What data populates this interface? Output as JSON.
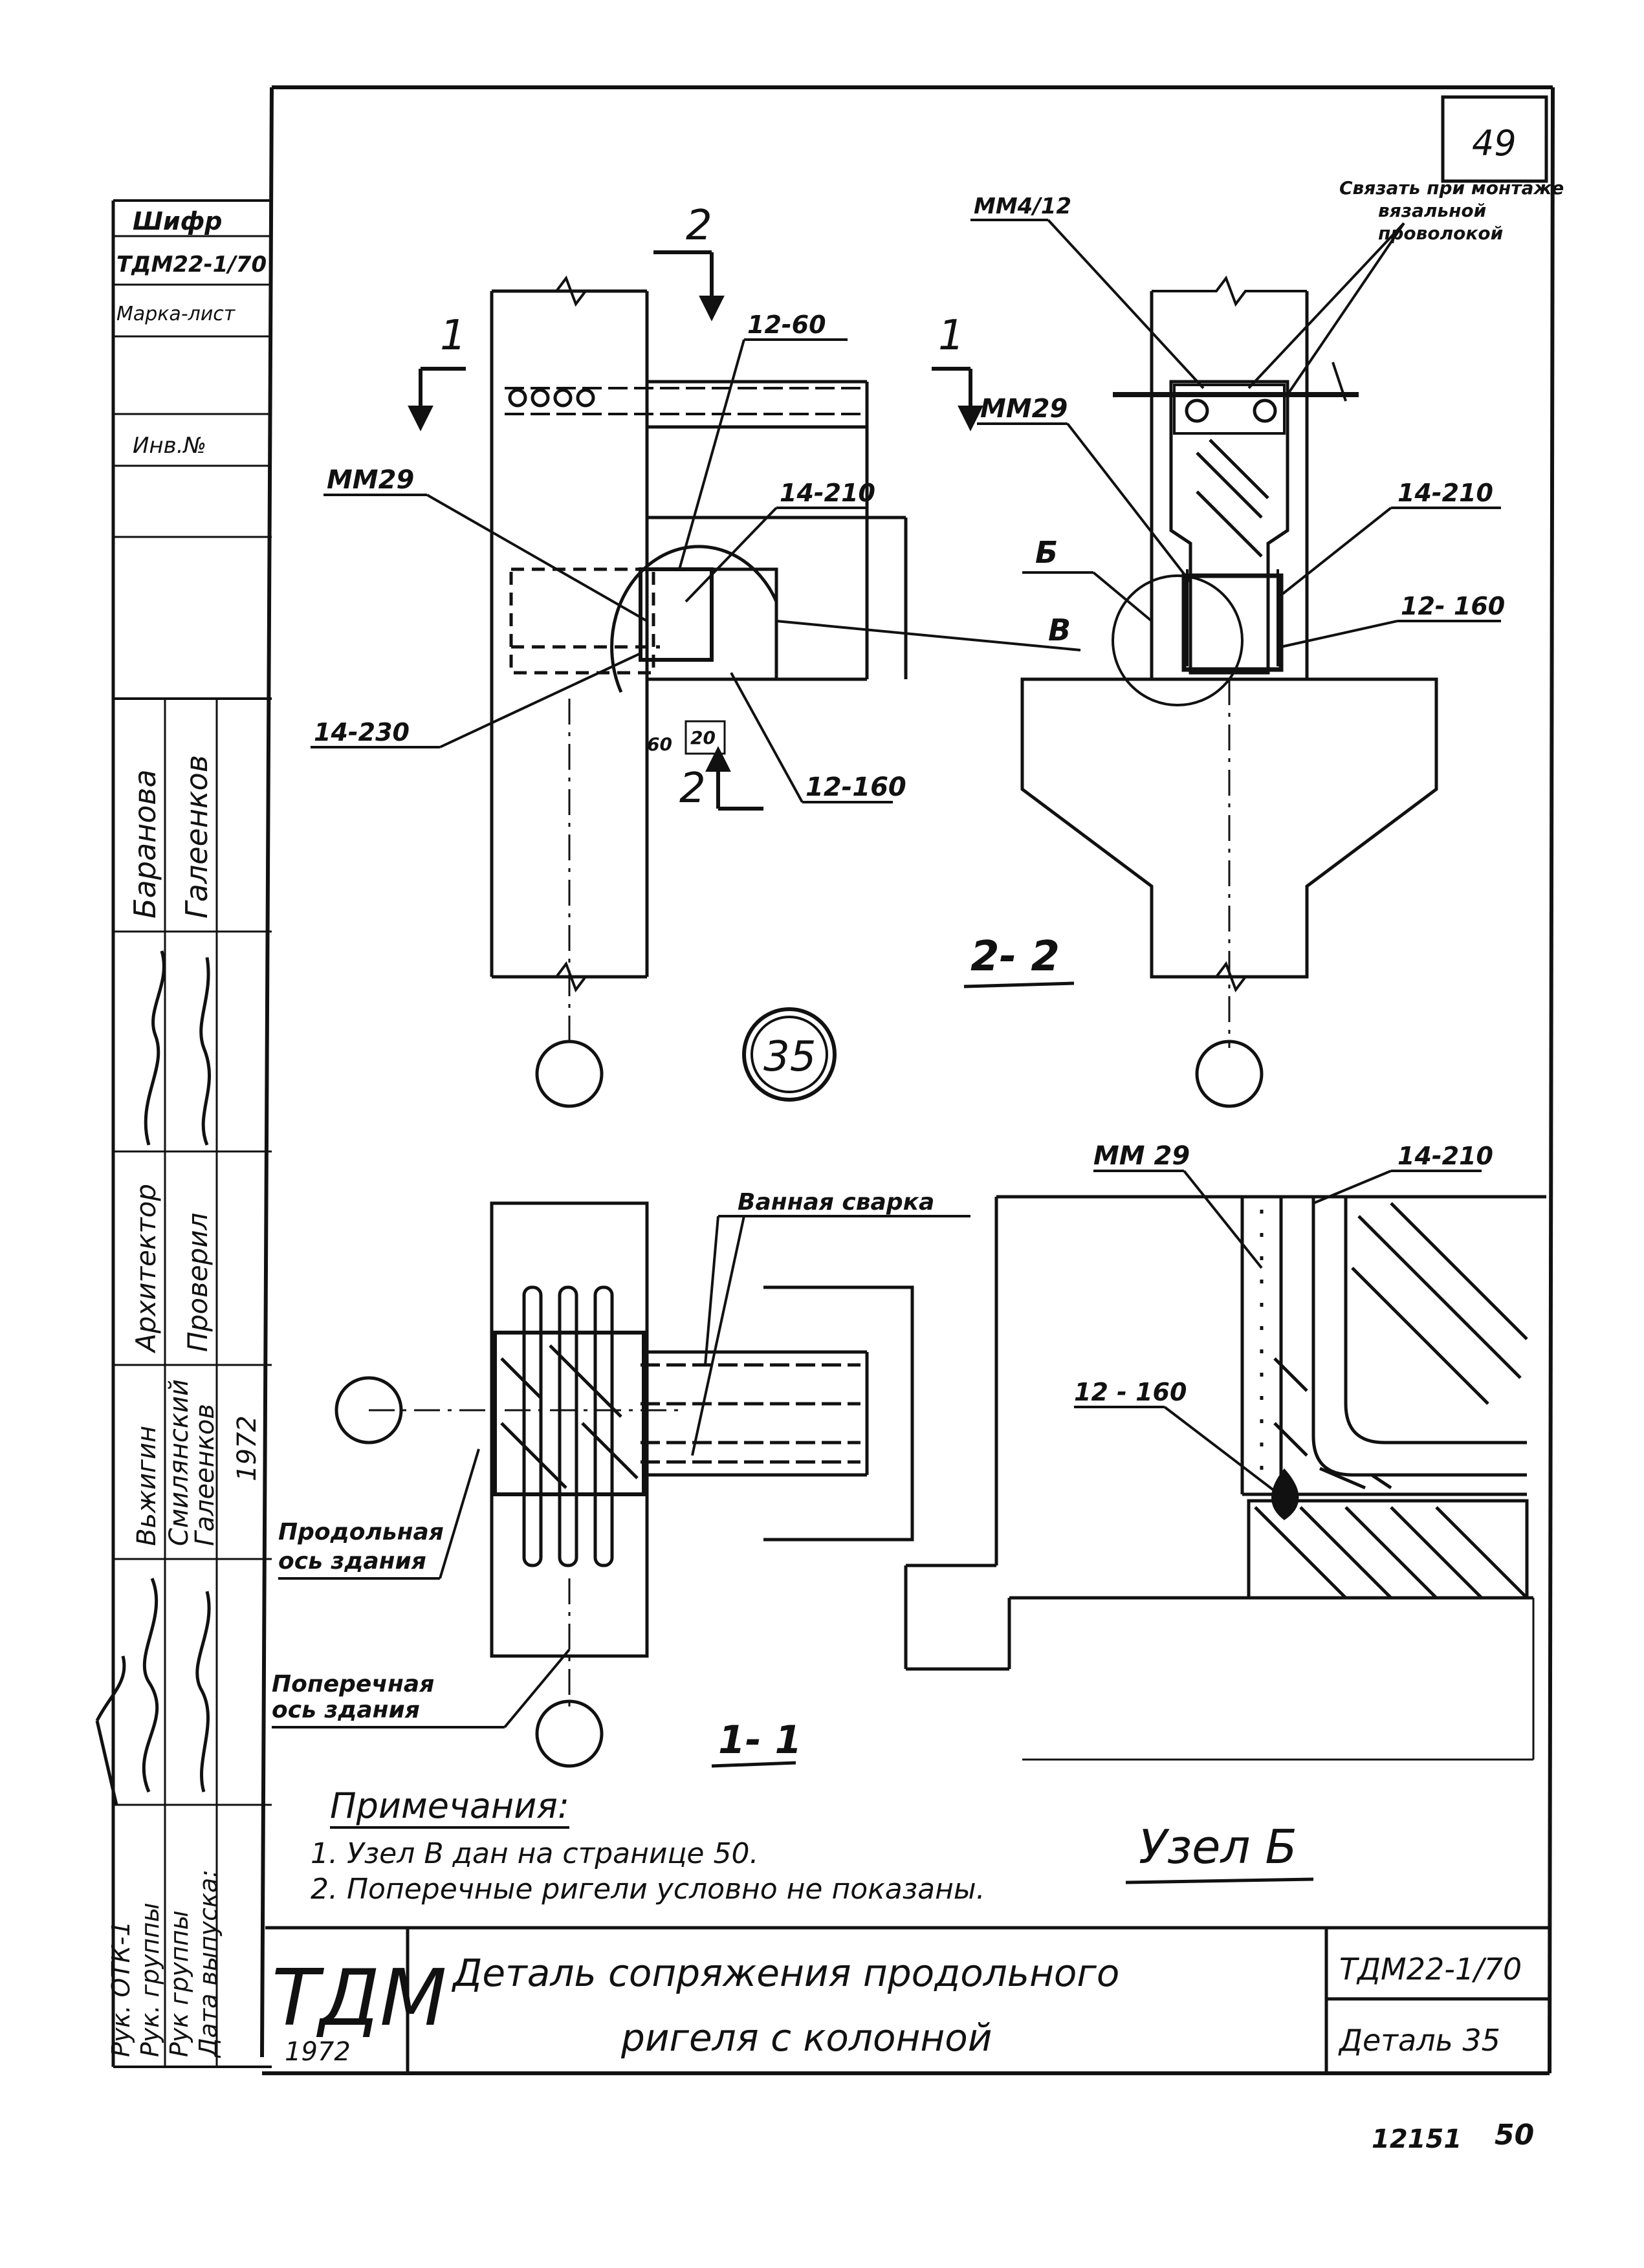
{
  "page": {
    "sheet_number": "49",
    "footer_left": "12151",
    "footer_right": "50"
  },
  "side_table": {
    "shifr_label": "Шифр",
    "shifr_value": "ТДМ22-1/70",
    "marka_list": "Марка-лист",
    "inv_no": "Инв.№",
    "roles": [
      "Архитектор",
      "Проверил",
      "Вьжигин",
      "Смилянский",
      "Галеенков",
      "1972"
    ],
    "people": [
      "Баранова",
      "Галеенков"
    ],
    "bottom_roles": [
      "Рук. ОТК-1",
      "Рук. группы",
      "Рук группы",
      "Дата выпуска:"
    ]
  },
  "view_top_left": {
    "section_1_left": "1",
    "section_1_right": "1",
    "section_2_top": "2",
    "section_2_bottom": "2",
    "labels": {
      "mm29": "ММ29",
      "bar_12_60": "12-60",
      "bar_14_210": "14-210",
      "bar_14_230": "14-230",
      "bar_12_160": "12-160",
      "node_v": "В",
      "dim_60": "60",
      "dim_20": "20"
    },
    "detail_number": "35"
  },
  "view_2_2": {
    "title": "2- 2",
    "mm4_12": "ММ4/12",
    "mm29": "ММ29",
    "bar_14_210": "14-210",
    "bar_12_160": "12- 160",
    "node_b": "Б",
    "note_lines": [
      "Связать при монтаже",
      "вязальной",
      "проволокой"
    ]
  },
  "view_1_1": {
    "title": "1- 1",
    "welding": "Ванная сварка",
    "long_axis": [
      "Продольная",
      "ось здания"
    ],
    "cross_axis": [
      "Поперечная",
      "ось здания"
    ]
  },
  "node_b_detail": {
    "title": "Узел Б",
    "mm29": "ММ 29",
    "bar_14_210": "14-210",
    "bar_12_160": "12 - 160"
  },
  "notes": {
    "heading": "Примечания:",
    "items": [
      "1. Узел В дан на странице 50.",
      "2. Поперечные ригели условно не показаны."
    ]
  },
  "title_block": {
    "logo": "ТДМ",
    "year": "1972",
    "title_line1": "Деталь сопряжения продольного",
    "title_line2": "ригеля с колонной",
    "code": "ТДМ22-1/70",
    "detail": "Деталь 35"
  }
}
